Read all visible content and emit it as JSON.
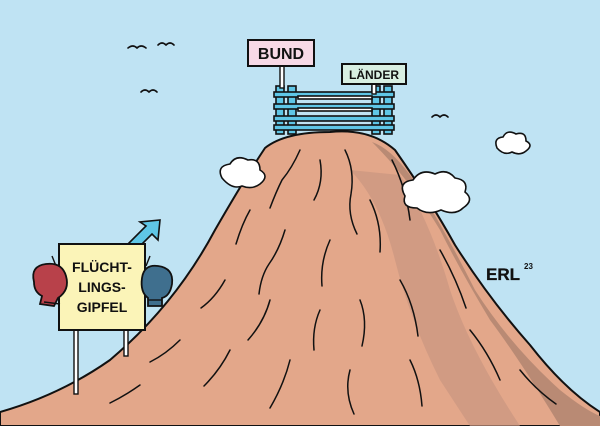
{
  "signs": {
    "bund": "BUND",
    "laender": "LÄNDER",
    "gipfel_line1": "FLÜCHT-",
    "gipfel_line2": "LINGS-",
    "gipfel_line3": "GIPFEL"
  },
  "signature": {
    "name": "ERL",
    "year": "23"
  },
  "colors": {
    "sky": "#bfe3f3",
    "mountain": "#e3a78a",
    "mountain_shadow": "#b98a74",
    "bench": "#5fc6e6",
    "bund_sign": "#f7d9e6",
    "laender_sign": "#d8efe2",
    "gipfel_sign": "#fbf4b8",
    "arrow": "#5fc6e6",
    "glove_red": "#b8414a",
    "glove_blue": "#3f6f8e"
  },
  "icons": [
    "bird-icon",
    "cloud-icon",
    "boxing-glove-icon",
    "arrow-icon"
  ]
}
